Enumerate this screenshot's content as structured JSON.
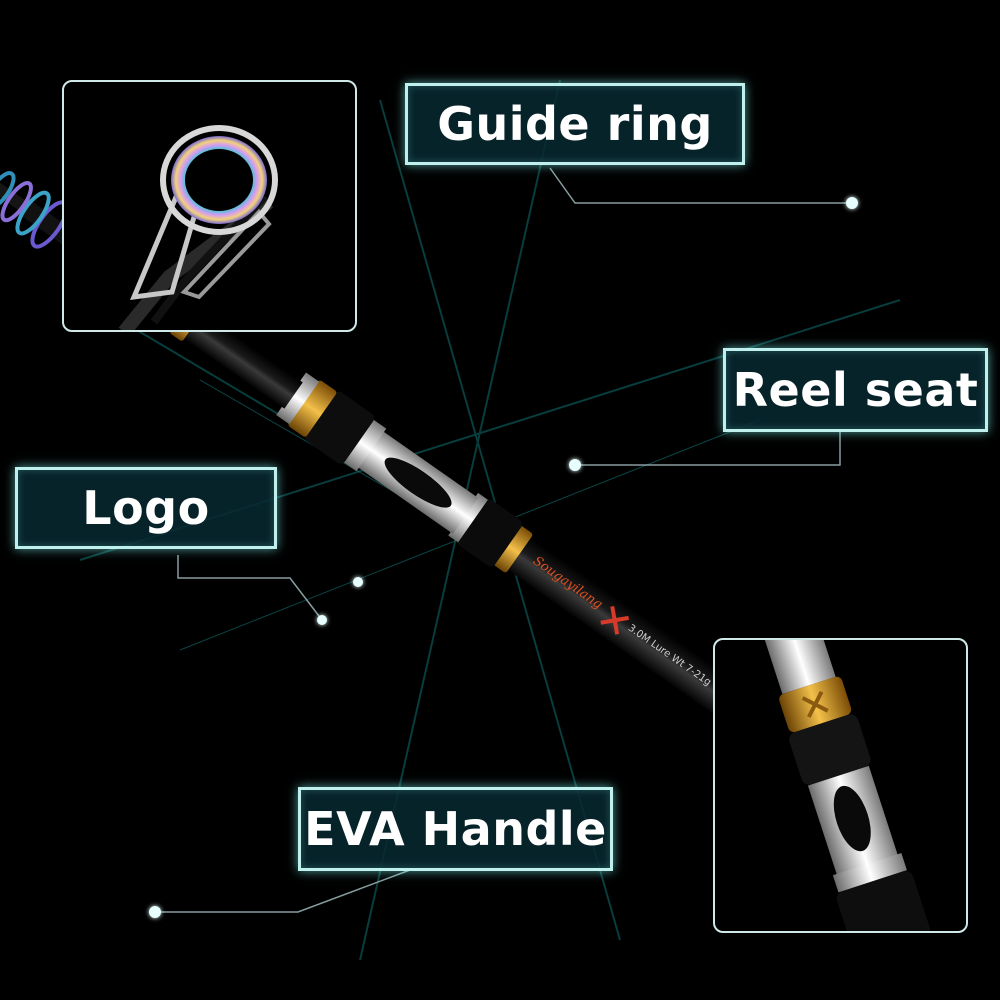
{
  "labels": {
    "guide_ring": "Guide ring",
    "reel_seat": "Reel seat",
    "logo": "Logo",
    "eva_handle": "EVA Handle"
  },
  "rod_text": {
    "brand": "Sougayilang",
    "specs": "3.0M Lure Wt 7-21g"
  },
  "colors": {
    "background": "#000000",
    "label_border": "#bff0ee",
    "label_fill": "#082830",
    "accent_glow": "#7ff0ea",
    "gold_ring": "#c8901a"
  }
}
